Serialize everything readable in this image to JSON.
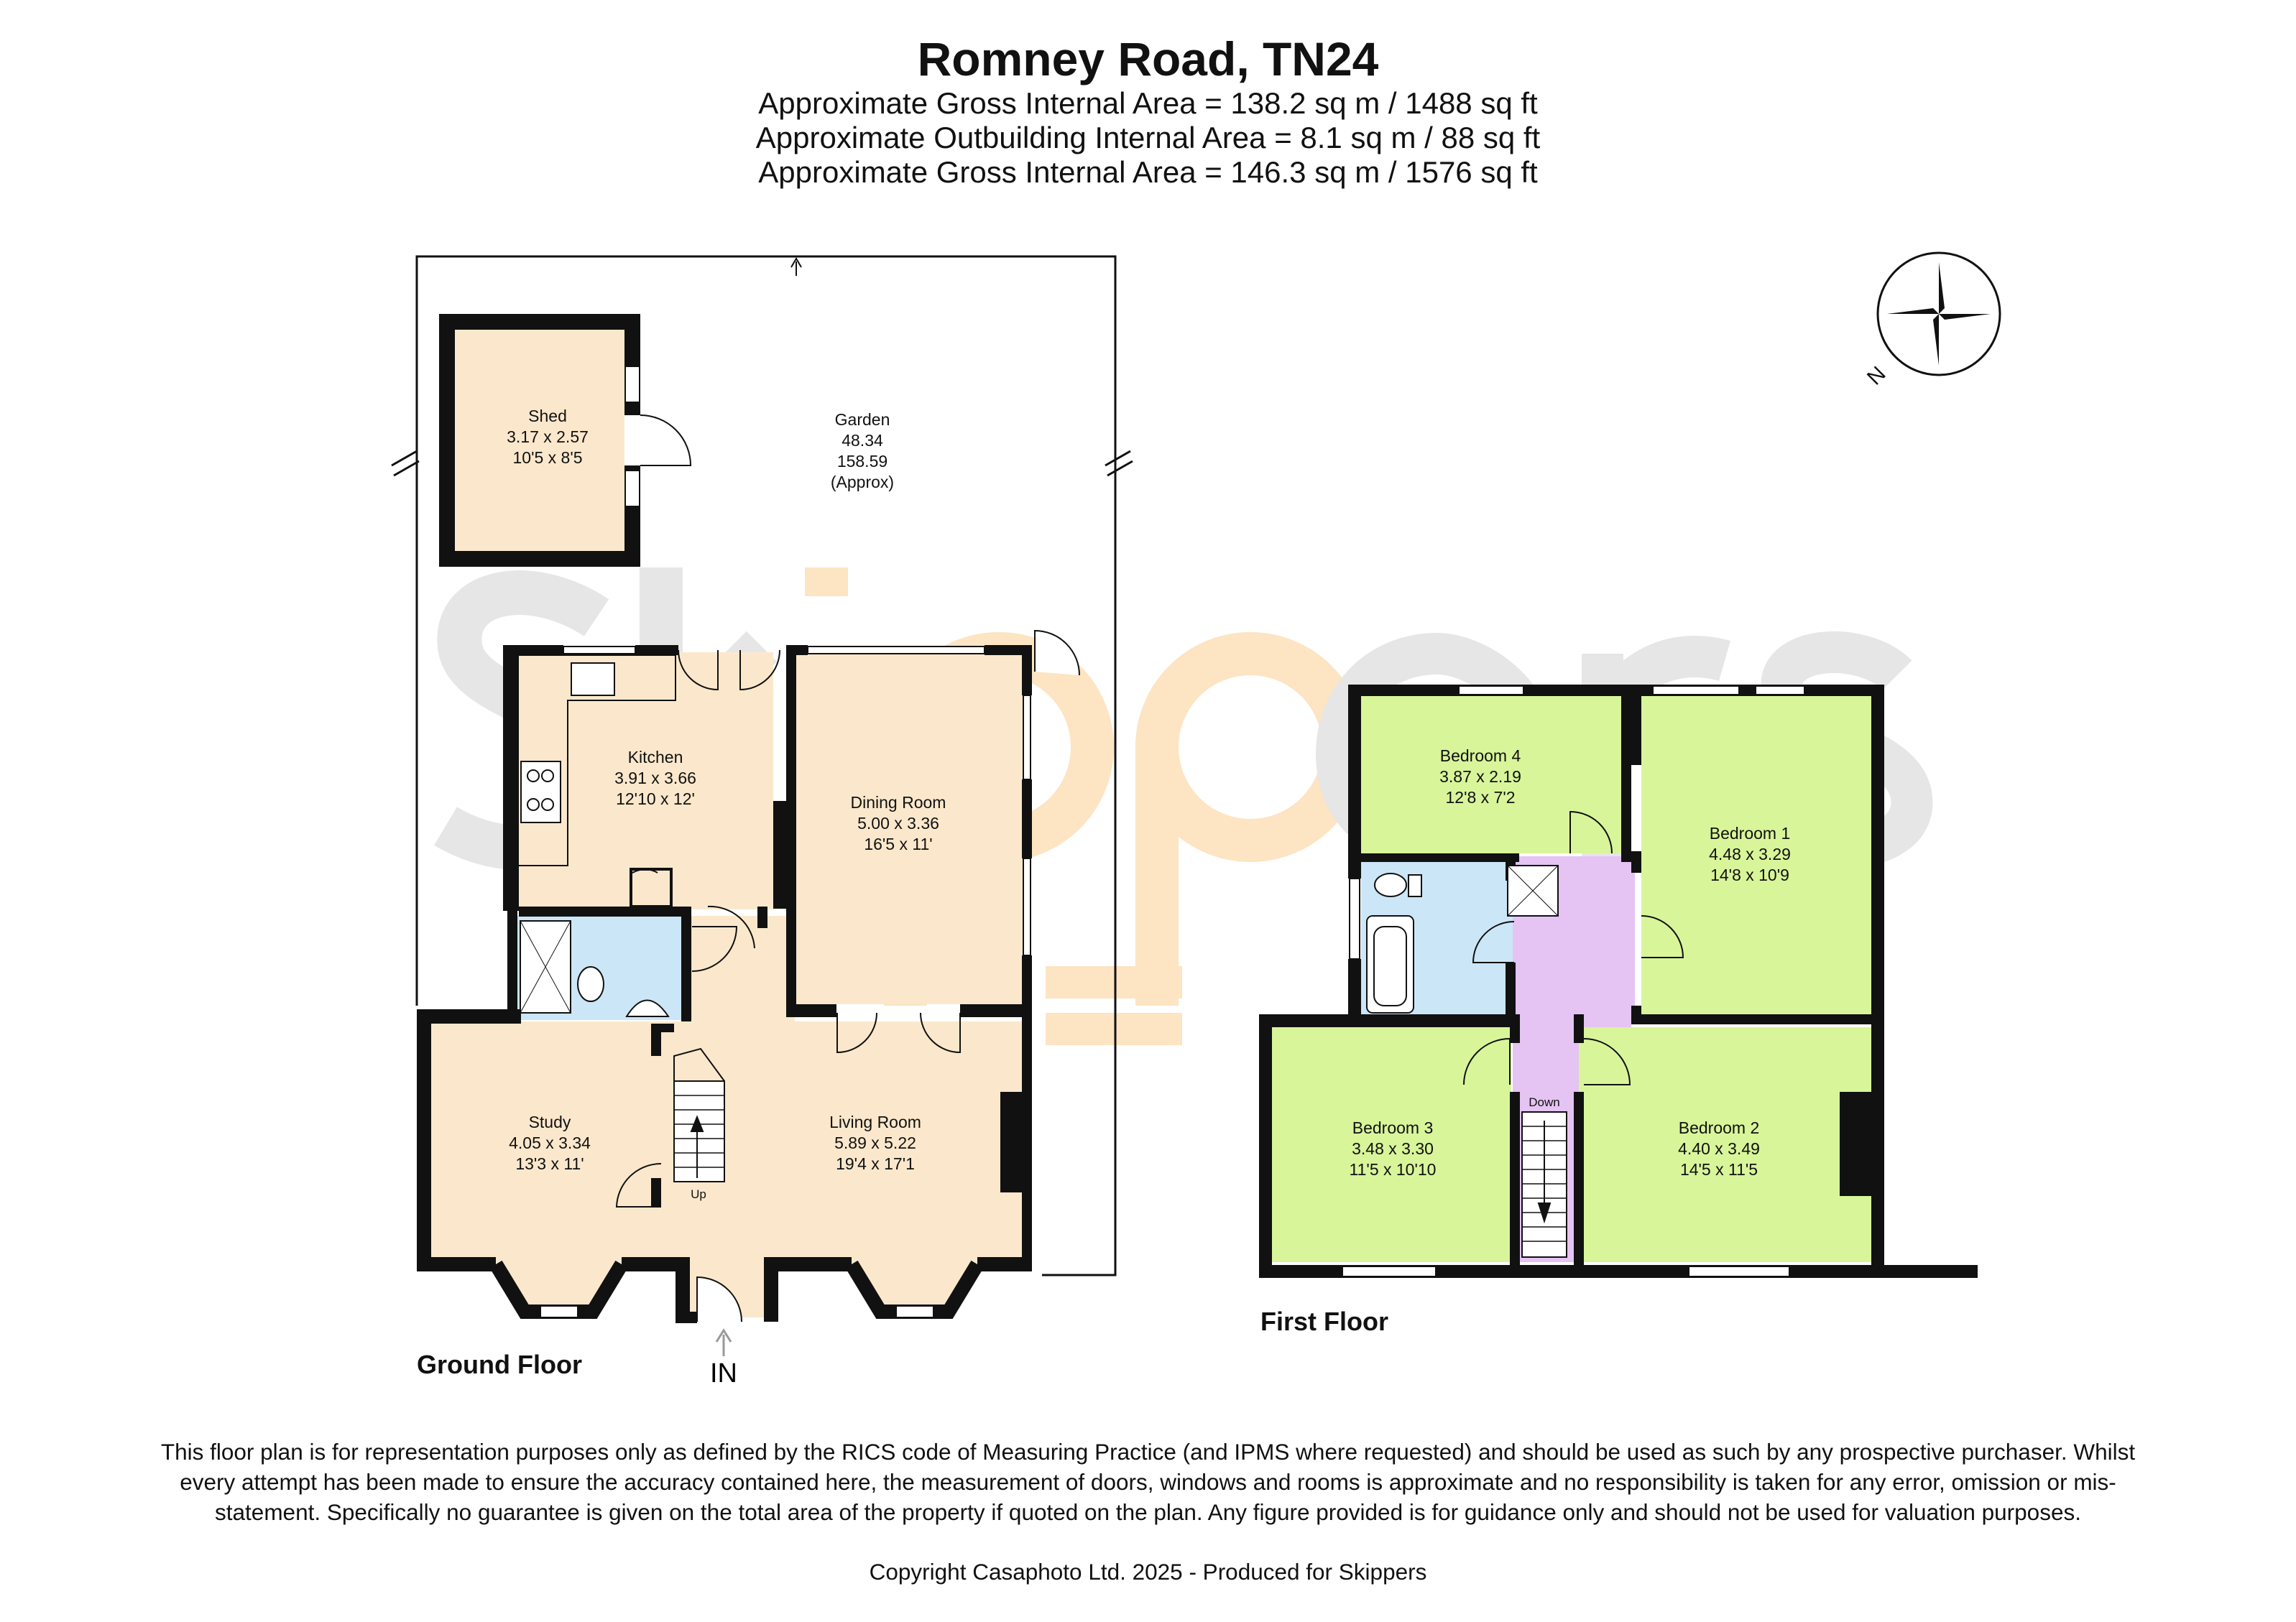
{
  "header": {
    "title": "Romney Road, TN24",
    "area_lines": [
      "Approximate Gross Internal Area = 138.2 sq m / 1488 sq ft",
      "Approximate Outbuilding Internal Area = 8.1 sq m / 88 sq ft",
      "Approximate Gross Internal Area = 146.3 sq m / 1576 sq ft"
    ]
  },
  "floors": {
    "ground": "Ground Floor",
    "first": "First Floor"
  },
  "entrance": "IN",
  "stairs": {
    "up": "Up",
    "down": "Down"
  },
  "compass": {
    "north": "N"
  },
  "rooms": {
    "shed": {
      "name": "Shed",
      "metric": "3.17 x 2.57",
      "imperial": "10'5 x 8'5"
    },
    "garden": {
      "name": "Garden",
      "metric": "48.34",
      "imperial": "158.59",
      "note": "(Approx)"
    },
    "kitchen": {
      "name": "Kitchen",
      "metric": "3.91 x 3.66",
      "imperial": "12'10 x 12'"
    },
    "dining": {
      "name": "Dining Room",
      "metric": "5.00 x 3.36",
      "imperial": "16'5 x 11'"
    },
    "study": {
      "name": "Study",
      "metric": "4.05 x 3.34",
      "imperial": "13'3 x 11'"
    },
    "living": {
      "name": "Living Room",
      "metric": "5.89 x 5.22",
      "imperial": "19'4 x 17'1"
    },
    "bedroom4": {
      "name": "Bedroom 4",
      "metric": "3.87 x 2.19",
      "imperial": "12'8 x 7'2"
    },
    "bedroom1": {
      "name": "Bedroom 1",
      "metric": "4.48 x 3.29",
      "imperial": "14'8 x 10'9"
    },
    "bedroom3": {
      "name": "Bedroom 3",
      "metric": "3.48 x 3.30",
      "imperial": "11'5 x 10'10"
    },
    "bedroom2": {
      "name": "Bedroom 2",
      "metric": "4.40 x 3.49",
      "imperial": "14'5 x 11'5"
    }
  },
  "colors": {
    "ground_room": "#fbe8cc",
    "bedroom": "#d8f59a",
    "bathroom": "#cbe6f7",
    "landing": "#e5c3f3",
    "wall": "#111111",
    "watermark_grey": "#e6e6e6",
    "watermark_orange": "#fde4c2"
  },
  "footer": {
    "disclaimer": "This floor plan is for representation purposes only as defined by the RICS code of Measuring Practice (and IPMS where requested) and should be used as such by any prospective purchaser. Whilst every attempt has been made to ensure the accuracy contained here, the measurement of doors, windows and rooms is approximate and no responsibility is taken for any error, omission or mis-statement. Specifically no guarantee is given on the total area of the property if quoted on the plan. Any figure provided is for guidance only and should not be used for valuation purposes.",
    "copyright": "Copyright Casaphoto Ltd. 2025 - Produced for Skippers"
  }
}
